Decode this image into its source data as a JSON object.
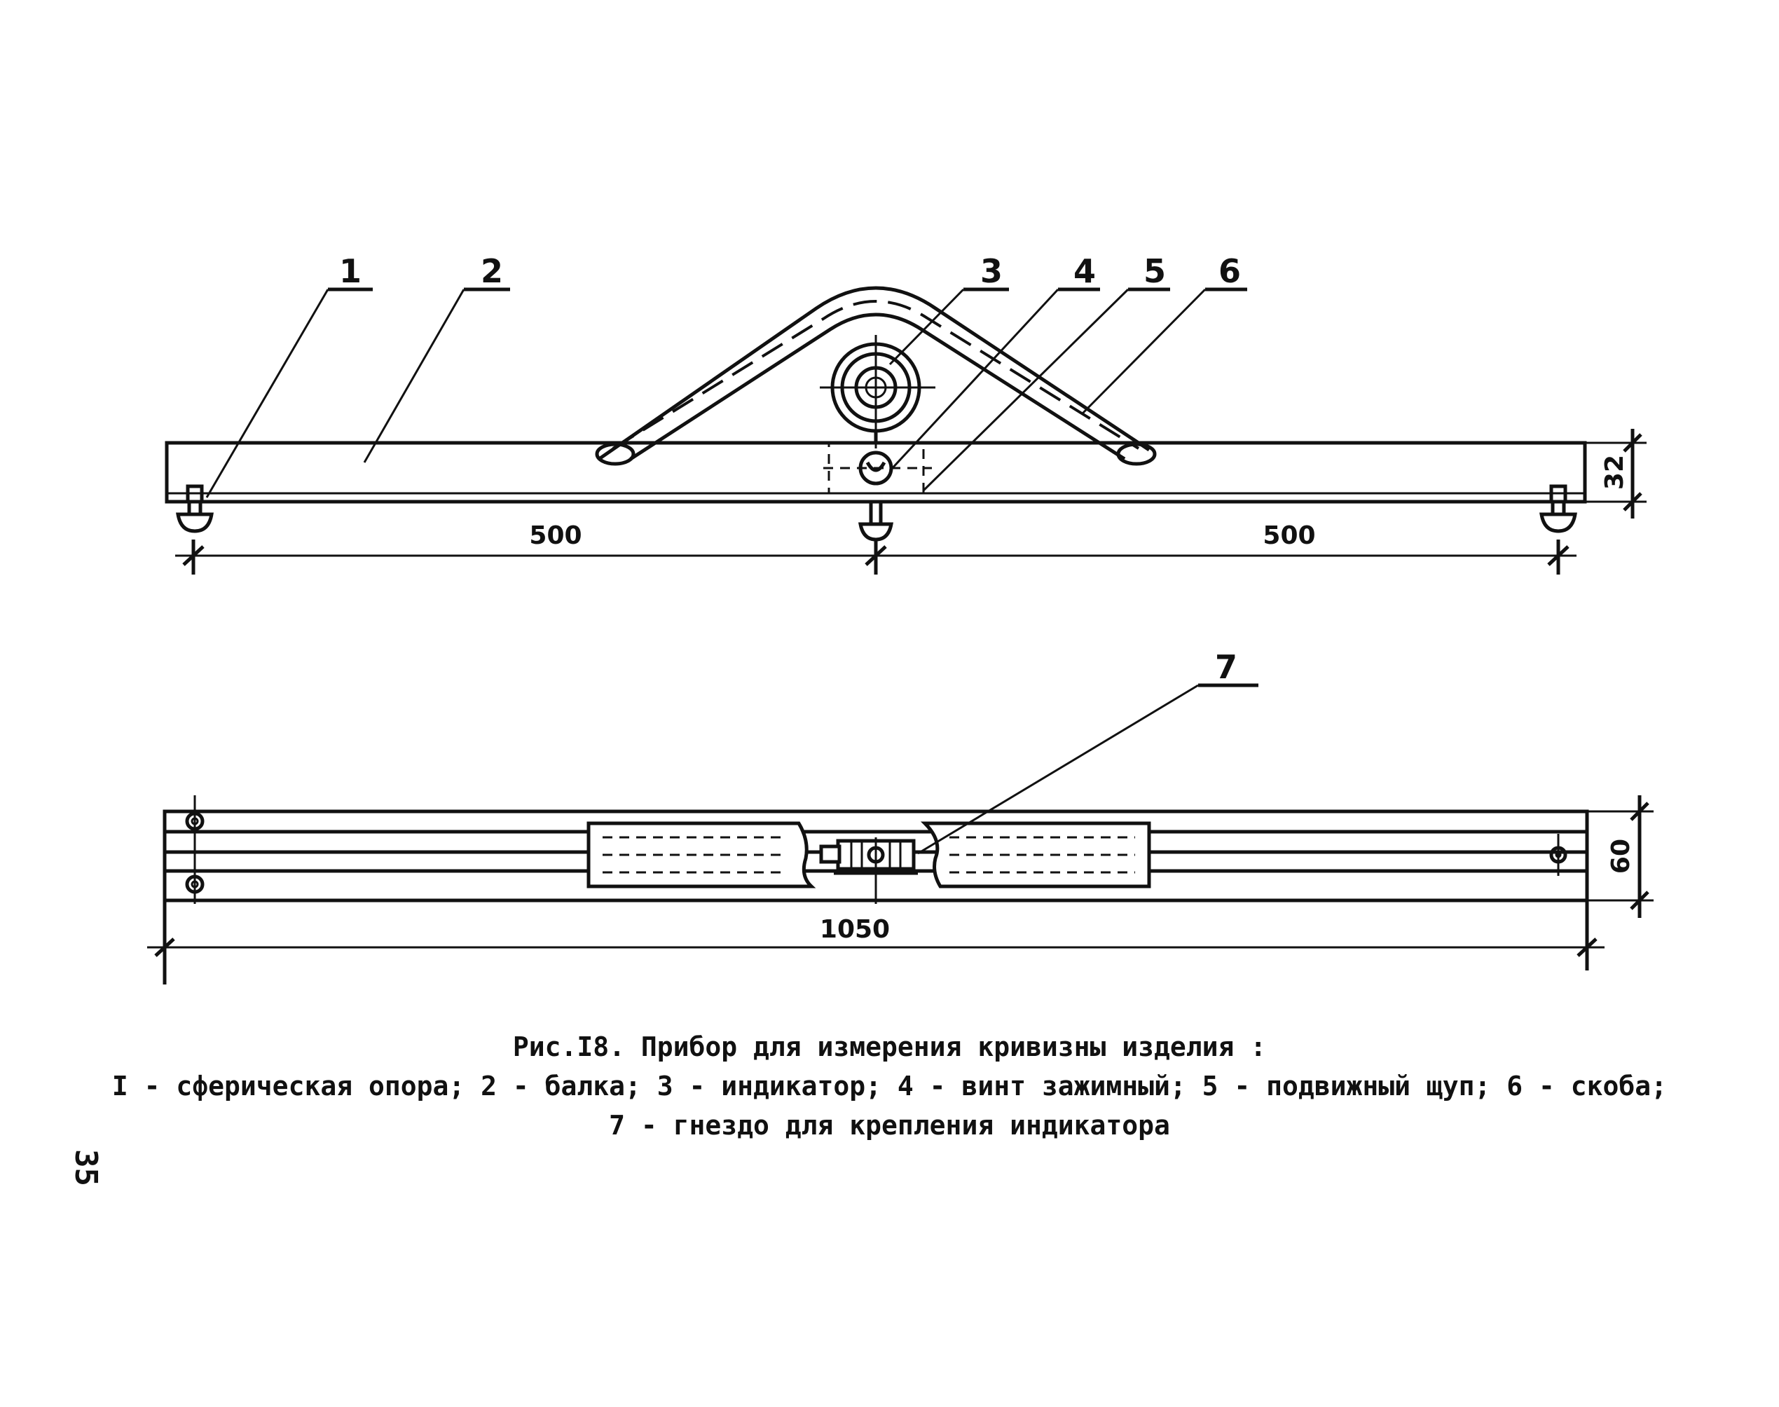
{
  "callouts": [
    "1",
    "2",
    "3",
    "4",
    "5",
    "6",
    "7"
  ],
  "dimensions": {
    "left_span": "500",
    "right_span": "500",
    "beam_height": "32",
    "total_length": "1050",
    "beam_width": "60"
  },
  "caption": {
    "line1": "Рис.I8. Прибор для измерения кривизны изделия :",
    "line2": "I - сферическая опора; 2 - балка; 3 - индикатор; 4 - винт зажимный; 5 - подвижный щуп; 6 - скоба;",
    "line3": "7 - гнездо для крепления индикатора"
  },
  "page_number": "35"
}
